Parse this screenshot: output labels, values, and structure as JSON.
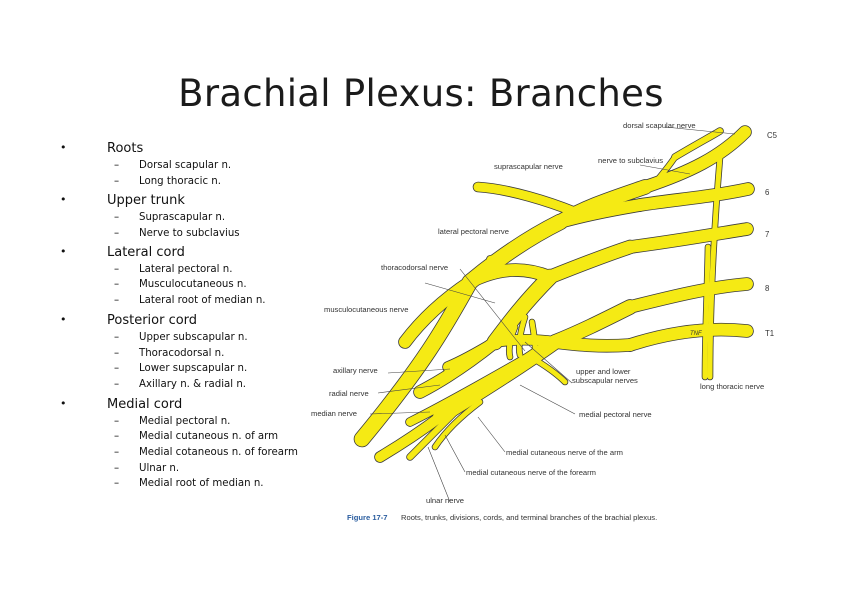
{
  "title": "Brachial Plexus: Branches",
  "outline": [
    {
      "label": "Roots",
      "items": [
        "Dorsal scapular n.",
        "Long thoracic n."
      ]
    },
    {
      "label": "Upper trunk",
      "items": [
        "Suprascapular n.",
        "Nerve to subclavius"
      ]
    },
    {
      "label": "Lateral cord",
      "items": [
        "Lateral pectoral n.",
        "Musculocutaneous n.",
        "Lateral root of median n."
      ]
    },
    {
      "label": "Posterior cord",
      "items": [
        "Upper subscapular n.",
        "Thoracodorsal n.",
        "Lower supscapular n.",
        "Axillary n. & radial n."
      ]
    },
    {
      "label": "Medial cord",
      "items": [
        "Medial pectoral n.",
        "Medial cutaneous n. of arm",
        "Medial cotaneous n. of forearm",
        "Ulnar n.",
        "Medial root of median n."
      ]
    }
  ],
  "bullet_char": "•",
  "dash_char": "–",
  "figure": {
    "nerve_color": "#f5ea14",
    "nerve_outline": "#3b3b3b",
    "labels": {
      "dorsal_scapular": "dorsal scapular nerve",
      "suprascapular": "suprascapular nerve",
      "nerve_to_subclavius": "nerve to subclavius",
      "lateral_pectoral": "lateral pectoral nerve",
      "thoracodorsal": "thoracodorsal nerve",
      "musculocutaneous": "musculocutaneous nerve",
      "axillary": "axillary nerve",
      "radial": "radial nerve",
      "median": "median nerve",
      "upper_lower_subscapular_1": "upper and lower",
      "upper_lower_subscapular_2": "subscapular nerves",
      "long_thoracic": "long thoracic nerve",
      "medial_pectoral": "medial pectoral nerve",
      "medial_cutaneous_arm": "medial cutaneous nerve of the arm",
      "medial_cutaneous_forearm": "medial cutaneous nerve of the forearm",
      "ulnar": "ulnar nerve",
      "c5": "C5",
      "c6": "6",
      "c7": "7",
      "c8": "8",
      "t1": "T1",
      "signature": "TNF"
    },
    "caption_label": "Figure 17-7",
    "caption_text": "Roots, trunks, divisions, cords, and terminal branches of the brachial plexus."
  }
}
